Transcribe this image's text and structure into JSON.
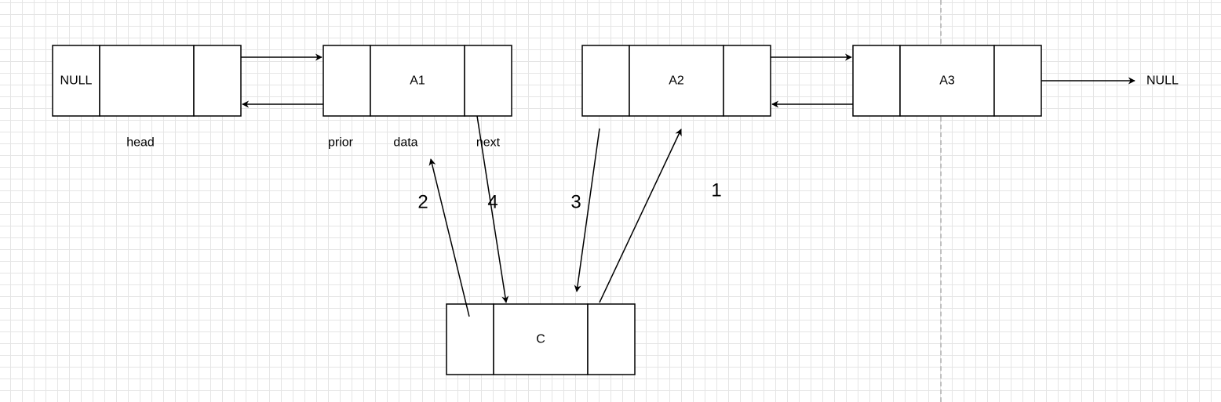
{
  "nodes": {
    "head": {
      "prior": "NULL",
      "data": "",
      "next": ""
    },
    "a1": {
      "prior": "",
      "data": "A1",
      "next": ""
    },
    "a2": {
      "prior": "",
      "data": "A2",
      "next": ""
    },
    "a3": {
      "prior": "",
      "data": "A3",
      "next": ""
    },
    "c": {
      "prior": "",
      "data": "C",
      "next": ""
    }
  },
  "labels": {
    "head": "head",
    "prior": "prior",
    "data": "data",
    "next": "next",
    "tail_null": "NULL"
  },
  "steps": {
    "one": "1",
    "two": "2",
    "three": "3",
    "four": "4"
  }
}
